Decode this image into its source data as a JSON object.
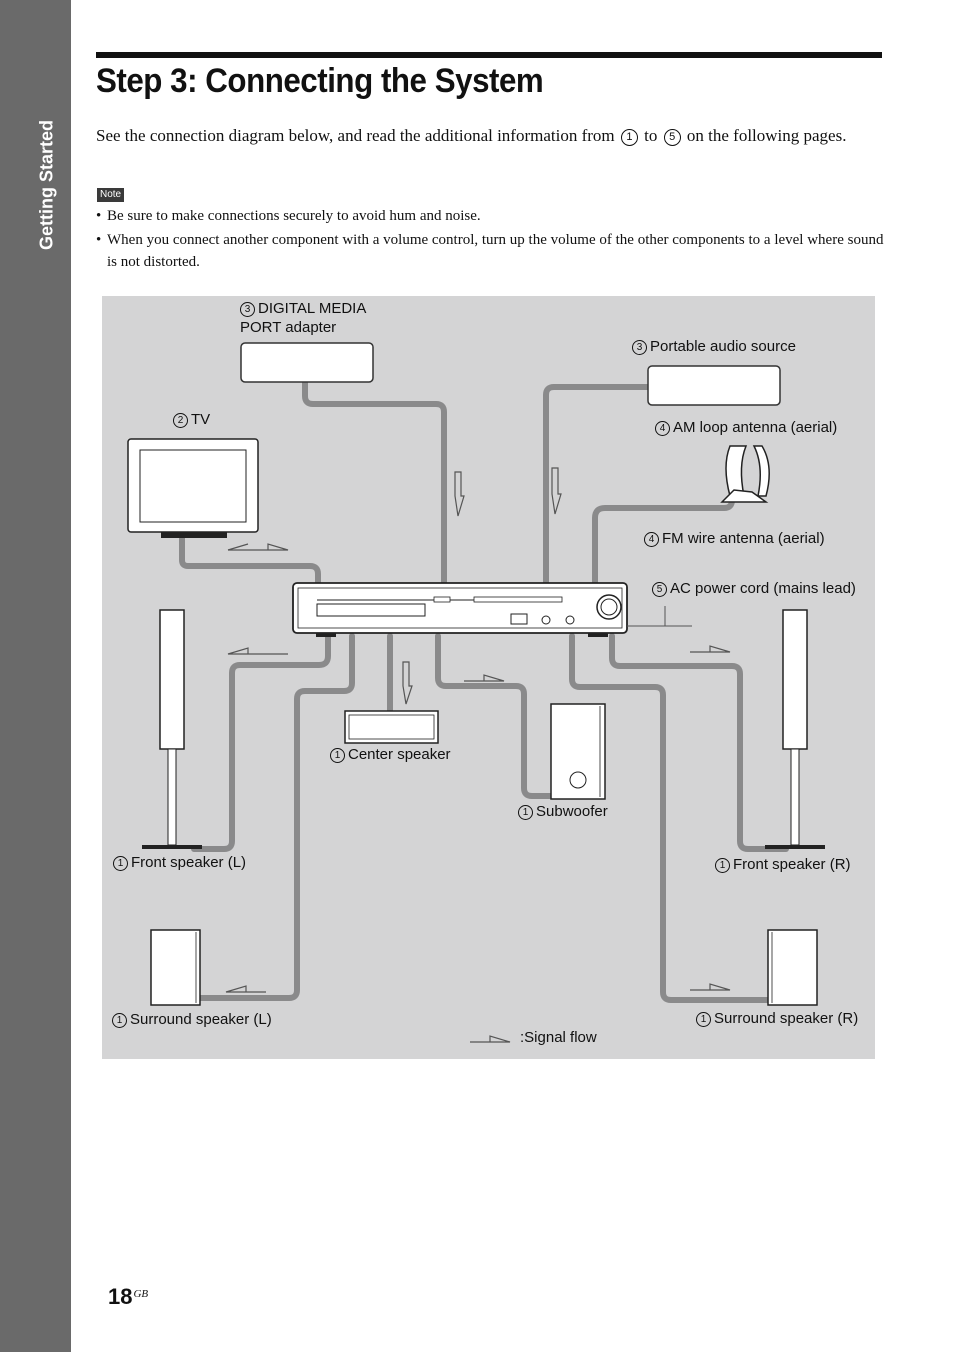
{
  "sidebar": {
    "label": "Getting Started"
  },
  "page": {
    "title": "Step 3: Connecting the System",
    "intro_before": "See the connection diagram below, and read the additional information from",
    "intro_from": "1",
    "intro_mid": "to",
    "intro_to": "5",
    "intro_after": "on the following pages."
  },
  "note": {
    "label": "Note",
    "items": [
      "Be sure to make connections securely to avoid hum and noise.",
      "When you connect another component with a volume control, turn up the volume of the other components to a level where sound is not distorted."
    ]
  },
  "diagram": {
    "labels": {
      "dmport": {
        "num": "3",
        "text": "DIGITAL MEDIA",
        "text2": "PORT adapter"
      },
      "portable": {
        "num": "3",
        "text": "Portable audio source"
      },
      "tv": {
        "num": "2",
        "text": "TV"
      },
      "am": {
        "num": "4",
        "text": "AM loop antenna (aerial)"
      },
      "fm": {
        "num": "4",
        "text": "FM wire antenna (aerial)"
      },
      "ac": {
        "num": "5",
        "text": "AC power cord (mains lead)"
      },
      "center": {
        "num": "1",
        "text": "Center speaker"
      },
      "sub": {
        "num": "1",
        "text": "Subwoofer"
      },
      "front_l": {
        "num": "1",
        "text": "Front speaker (L)"
      },
      "front_r": {
        "num": "1",
        "text": "Front speaker (R)"
      },
      "surr_l": {
        "num": "1",
        "text": "Surround speaker (L)"
      },
      "surr_r": {
        "num": "1",
        "text": "Surround speaker (R)"
      },
      "signal": {
        "text": ":Signal flow"
      }
    }
  },
  "footer": {
    "page_number": "18",
    "suffix": "GB"
  }
}
